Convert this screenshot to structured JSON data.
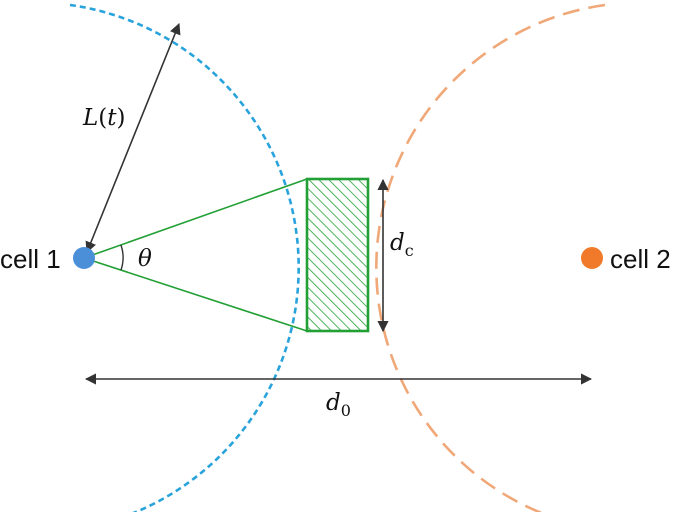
{
  "labels": {
    "cell1": "cell 1",
    "cell2": "cell 2",
    "L": "L",
    "t": "t",
    "theta": "θ",
    "dc_base": "d",
    "dc_sub": "c",
    "d0_base": "d",
    "d0_sub": "0"
  },
  "colors": {
    "cell1": "#4a8fd8",
    "cell2": "#f07a2a",
    "circle1": "#29a3dc",
    "circle2": "#f0a878",
    "cone": "#22a035",
    "arrow": "#333333"
  }
}
